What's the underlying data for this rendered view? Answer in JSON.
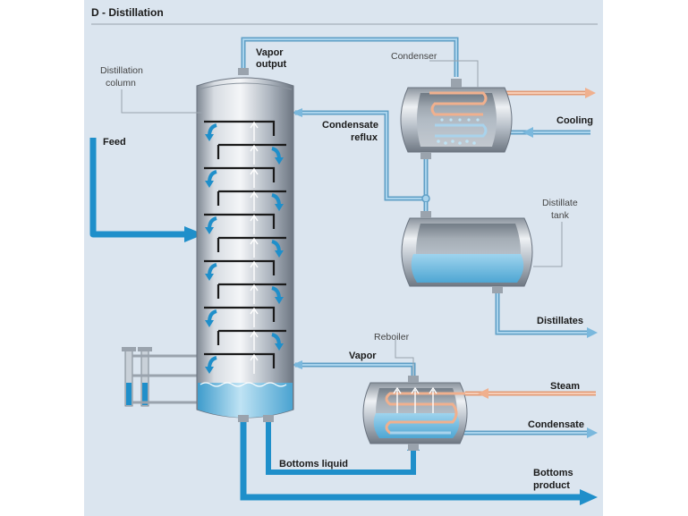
{
  "title": "D - Distillation",
  "labels": {
    "distillation_column": [
      "Distillation",
      "column"
    ],
    "vapor_output": [
      "Vapor",
      "output"
    ],
    "condenser": "Condenser",
    "condensate_reflux": [
      "Condensate",
      "reflux"
    ],
    "cooling": "Cooling",
    "feed": "Feed",
    "distillate_tank": [
      "Distillate",
      "tank"
    ],
    "distillates": "Distillates",
    "reboiler": "Reboiler",
    "vapor": "Vapor",
    "steam": "Steam",
    "condensate": "Condensate",
    "bottoms_liquid": "Bottoms liquid",
    "bottoms_product": [
      "Bottoms",
      "product"
    ]
  },
  "colors": {
    "background": "#dbe5ef",
    "steel": "#b4bcc6",
    "liquid": "#1f8fca",
    "pipe_light": "#7ab8dd",
    "hot": "#f0b08e"
  }
}
